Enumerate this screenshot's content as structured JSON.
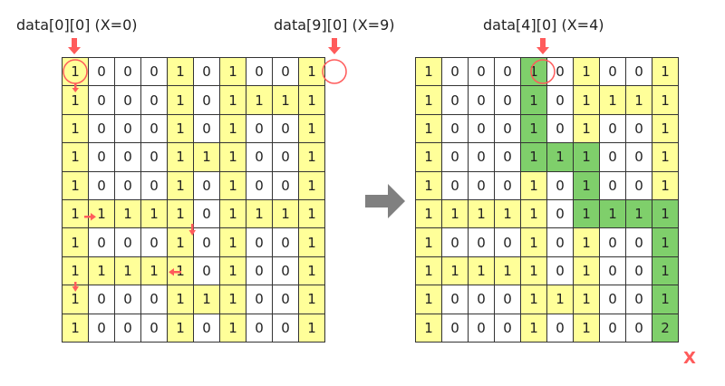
{
  "left": {
    "label_start": "data[0][0]  (X=0)",
    "label_end": "data[9][0]  (X=9)",
    "grid": [
      [
        1,
        0,
        0,
        0,
        1,
        0,
        1,
        0,
        0,
        1
      ],
      [
        1,
        0,
        0,
        0,
        1,
        0,
        1,
        1,
        1,
        1
      ],
      [
        1,
        0,
        0,
        0,
        1,
        0,
        1,
        0,
        0,
        1
      ],
      [
        1,
        0,
        0,
        0,
        1,
        1,
        1,
        0,
        0,
        1
      ],
      [
        1,
        0,
        0,
        0,
        1,
        0,
        1,
        0,
        0,
        1
      ],
      [
        1,
        1,
        1,
        1,
        1,
        0,
        1,
        1,
        1,
        1
      ],
      [
        1,
        0,
        0,
        0,
        1,
        0,
        1,
        0,
        0,
        1
      ],
      [
        1,
        1,
        1,
        1,
        1,
        0,
        1,
        0,
        0,
        1
      ],
      [
        1,
        0,
        0,
        0,
        1,
        1,
        1,
        0,
        0,
        1
      ],
      [
        1,
        0,
        0,
        0,
        1,
        0,
        1,
        0,
        0,
        1
      ]
    ]
  },
  "right": {
    "label": "data[4][0]  (X=4)",
    "grid": [
      [
        1,
        0,
        0,
        0,
        1,
        0,
        1,
        0,
        0,
        1
      ],
      [
        1,
        0,
        0,
        0,
        1,
        0,
        1,
        1,
        1,
        1
      ],
      [
        1,
        0,
        0,
        0,
        1,
        0,
        1,
        0,
        0,
        1
      ],
      [
        1,
        0,
        0,
        0,
        1,
        1,
        1,
        0,
        0,
        1
      ],
      [
        1,
        0,
        0,
        0,
        1,
        0,
        1,
        0,
        0,
        1
      ],
      [
        1,
        1,
        1,
        1,
        1,
        0,
        1,
        1,
        1,
        1
      ],
      [
        1,
        0,
        0,
        0,
        1,
        0,
        1,
        0,
        0,
        1
      ],
      [
        1,
        1,
        1,
        1,
        1,
        0,
        1,
        0,
        0,
        1
      ],
      [
        1,
        0,
        0,
        0,
        1,
        1,
        1,
        0,
        0,
        1
      ],
      [
        1,
        0,
        0,
        0,
        1,
        0,
        1,
        0,
        0,
        2
      ]
    ],
    "path": [
      [
        0,
        4
      ],
      [
        1,
        4
      ],
      [
        2,
        4
      ],
      [
        3,
        4
      ],
      [
        3,
        5
      ],
      [
        3,
        6
      ],
      [
        4,
        6
      ],
      [
        5,
        6
      ],
      [
        5,
        7
      ],
      [
        5,
        8
      ],
      [
        5,
        9
      ],
      [
        6,
        9
      ],
      [
        7,
        9
      ],
      [
        8,
        9
      ],
      [
        9,
        9
      ]
    ],
    "result_mark": "X"
  },
  "colors": {
    "one": "#ffff99",
    "path": "#7fcf6b",
    "zero": "#ffffff",
    "marker": "#ff5b5b",
    "arrow_between": "#808080"
  }
}
